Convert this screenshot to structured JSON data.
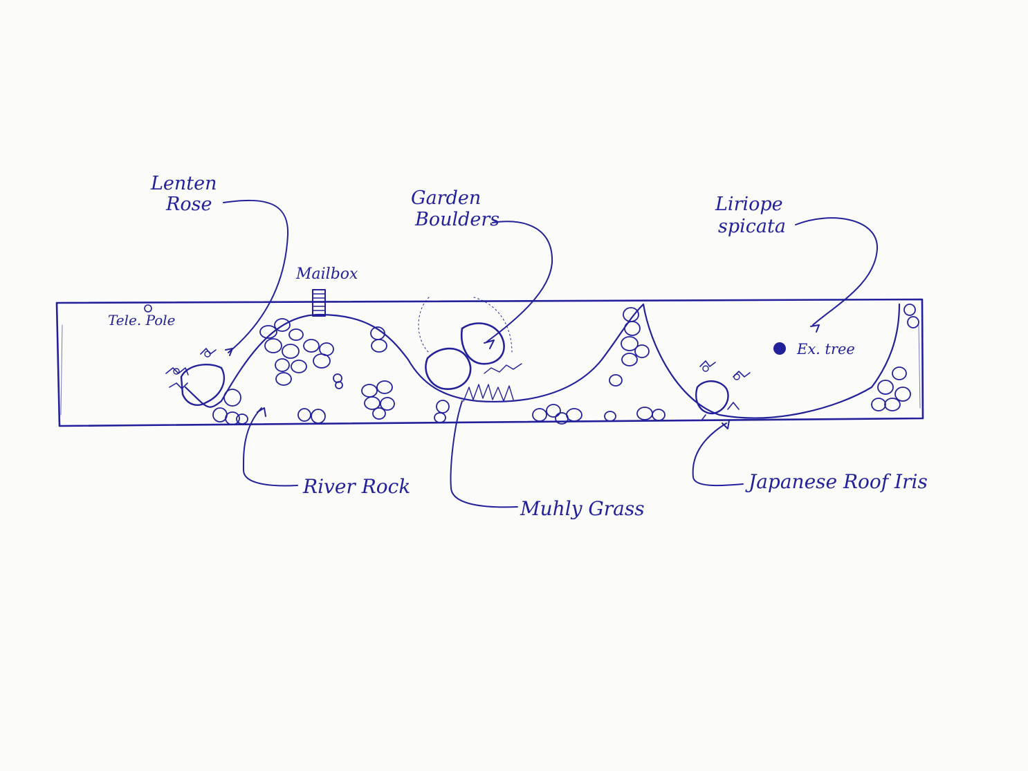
{
  "colors": {
    "ink": "#22209a",
    "paper": "#fbfbfa"
  },
  "labels": {
    "lenten_rose_1": "Lenten",
    "lenten_rose_2": "Rose",
    "garden_boulders_1": "Garden",
    "garden_boulders_2": "Boulders",
    "liriope_1": "Liriope",
    "liriope_2": "spicata",
    "mailbox": "Mailbox",
    "tele_pole": "Tele. Pole",
    "ex_tree": "Ex. tree",
    "river_rock": "River Rock",
    "muhly_grass": "Muhly Grass",
    "japanese_roof_iris": "Japanese Roof Iris"
  }
}
